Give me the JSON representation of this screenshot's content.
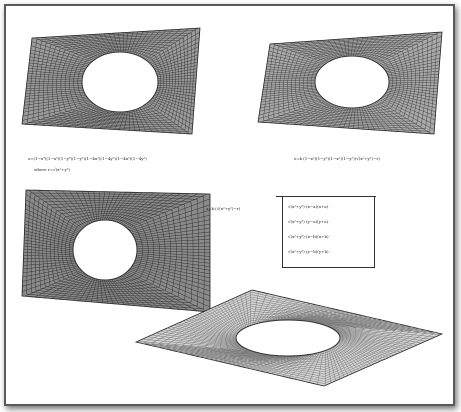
{
  "figure": {
    "panels": [
      {
        "id": "surface-top-left"
      },
      {
        "id": "surface-top-right"
      },
      {
        "id": "surface-middle-left"
      },
      {
        "id": "surface-bottom-flat"
      }
    ],
    "formulas": {
      "formula_1_line1": "z=(1−x⁴)(1−x²)(1−y⁴)(1−y²)(1−4x²)(1−4y²)(1−4x²)(1−4y²)",
      "formula_1_line2": "where r=√(x²+y²)",
      "formula_2": "z=k·(1−x²)(1−y²)(1−x²)(1−y²)(√(x²+y²)−r)",
      "formula_3_lhs": "z=k·(√(x²+y²)−r)",
      "matrix_rows": [
        "√(x²+y²)·(x−a)(x+a) ·",
        "√(x²+y²)·(y−a)(y+a) ·",
        "√(x²+y²)·(x−b)(x+b) ·",
        "√(x²+y²)·(y−b)(y+b) ·"
      ]
    }
  }
}
